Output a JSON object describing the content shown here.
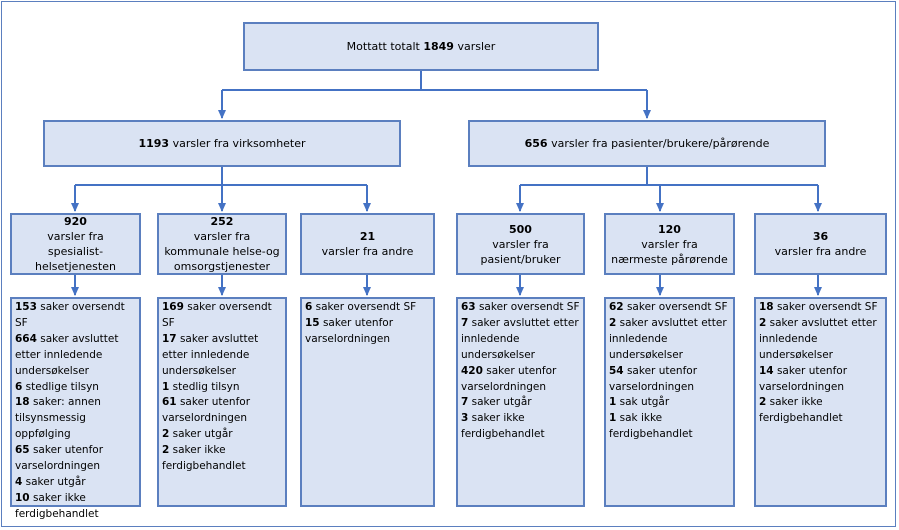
{
  "root": {
    "pre": "Mottatt totalt ",
    "num": "1849",
    "post": " varsler"
  },
  "left": {
    "num": "1193",
    "text": " varsler fra virksomheter"
  },
  "right": {
    "num": "656",
    "text": " varsler fra pasienter/brukere/pårørende"
  },
  "cols": [
    {
      "hdr": {
        "num": "920",
        "l1": " varsler fra",
        "l2": "spesialist-",
        "l3": "helsetjenesten"
      },
      "items": [
        {
          "num": "153",
          "text": " saker oversendt SF"
        },
        {
          "num": "664",
          "text": " saker avsluttet etter innledende undersøkelser"
        },
        {
          "num": "6",
          "text": " stedlige tilsyn"
        },
        {
          "num": "18",
          "text": " saker: annen tilsynsmessig oppfølging"
        },
        {
          "num": "65",
          "text": " saker utenfor varselordningen"
        },
        {
          "num": "4",
          "text": " saker utgår"
        },
        {
          "num": "10",
          "text": " saker ikke ferdigbehandlet"
        }
      ]
    },
    {
      "hdr": {
        "num": "252",
        "l1": " varsler fra",
        "l2": "kommunale helse-og",
        "l3": "omsorgstjenester"
      },
      "items": [
        {
          "num": "169",
          "text": " saker oversendt SF"
        },
        {
          "num": "17",
          "text": " saker avsluttet etter innledende undersøkelser"
        },
        {
          "num": "1",
          "text": " stedlig tilsyn"
        },
        {
          "num": "61",
          "text": " saker utenfor varselordningen"
        },
        {
          "num": "2",
          "text": " saker utgår"
        },
        {
          "num": "2",
          "text": " saker ikke ferdigbehandlet"
        }
      ]
    },
    {
      "hdr": {
        "num": "21",
        "l1": " varsler fra andre"
      },
      "items": [
        {
          "num": "6",
          "text": " saker oversendt SF"
        },
        {
          "num": "15",
          "text": " saker utenfor varselordningen"
        }
      ]
    },
    {
      "hdr": {
        "num": "500",
        "l1": " varsler fra",
        "l2": "pasient/bruker"
      },
      "items": [
        {
          "num": "63",
          "text": " saker oversendt SF"
        },
        {
          "num": "7",
          "text": " saker avsluttet etter innledende undersøkelser"
        },
        {
          "num": "420",
          "text": " saker utenfor varselordningen"
        },
        {
          "num": "7",
          "text": " saker utgår"
        },
        {
          "num": "3",
          "text": " saker ikke ferdigbehandlet"
        }
      ]
    },
    {
      "hdr": {
        "num": "120",
        "l1": " varsler fra",
        "l2": "nærmeste pårørende"
      },
      "items": [
        {
          "num": "62",
          "text": " saker oversendt SF"
        },
        {
          "num": "2",
          "text": " saker avsluttet etter innledende undersøkelser"
        },
        {
          "num": "54",
          "text": " saker utenfor varselordningen"
        },
        {
          "num": "1",
          "text": " sak utgår"
        },
        {
          "num": "1",
          "text": " sak ikke ferdigbehandlet"
        }
      ]
    },
    {
      "hdr": {
        "num": "36",
        "l1": " varsler fra andre"
      },
      "items": [
        {
          "num": "18",
          "text": " saker oversendt SF"
        },
        {
          "num": "2",
          "text": " saker avsluttet etter innledende undersøkelser"
        },
        {
          "num": "14",
          "text": " saker utenfor varselordningen"
        },
        {
          "num": "2",
          "text": " saker ikke ferdigbehandlet"
        }
      ]
    }
  ],
  "colors": {
    "fill": "#dae3f3",
    "border": "#5b7fbf",
    "line": "#4472c4"
  }
}
